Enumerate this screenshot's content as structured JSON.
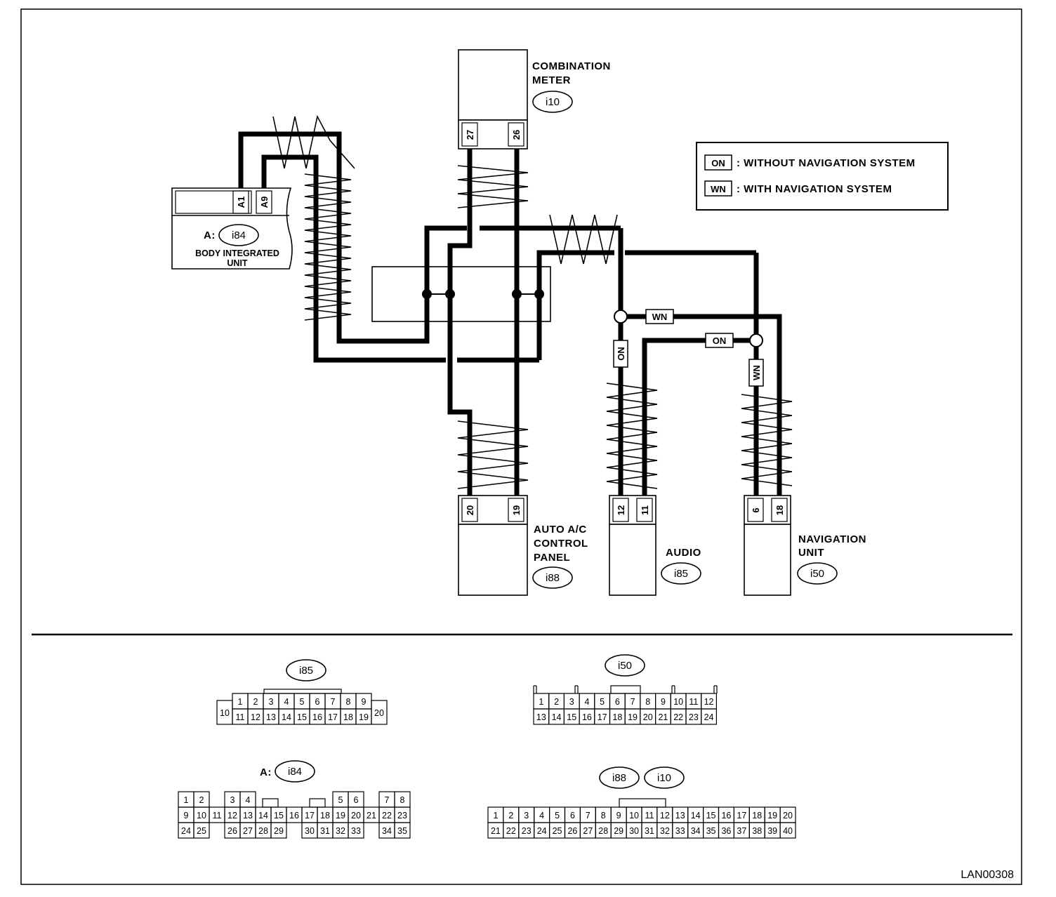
{
  "diagram_id": "LAN00308",
  "legend": [
    {
      "code": "ON",
      "text": ": WITHOUT NAVIGATION SYSTEM"
    },
    {
      "code": "WN",
      "text": ": WITH NAVIGATION SYSTEM"
    }
  ],
  "components": {
    "combination_meter": {
      "label_lines": [
        "COMBINATION",
        "METER"
      ],
      "connector": "i10",
      "pins": [
        "27",
        "26"
      ]
    },
    "body_integrated_unit": {
      "prefix": "A:",
      "connector": "i84",
      "label_lines": [
        "BODY INTEGRATED",
        "UNIT"
      ],
      "pins": [
        "A1",
        "A9"
      ]
    },
    "auto_ac_control_panel": {
      "label_lines": [
        "AUTO A/C",
        "CONTROL",
        "PANEL"
      ],
      "connector": "i88",
      "pins": [
        "20",
        "19"
      ]
    },
    "audio": {
      "label_lines": [
        "AUDIO"
      ],
      "connector": "i85",
      "pins": [
        "12",
        "11"
      ]
    },
    "navigation_unit": {
      "label_lines": [
        "NAVIGATION",
        "UNIT"
      ],
      "connector": "i50",
      "pins": [
        "6",
        "18"
      ]
    }
  },
  "wire_tags": {
    "wn_horizontal": "WN",
    "on_horizontal": "ON",
    "on_vertical": "ON",
    "wn_vertical": "WN"
  },
  "connector_views": {
    "i85": {
      "name": "i85",
      "row1_side": "10",
      "row1": [
        "1",
        "2",
        "3",
        "4",
        "5",
        "6",
        "7",
        "8",
        "9"
      ],
      "row2": [
        "11",
        "12",
        "13",
        "14",
        "15",
        "16",
        "17",
        "18",
        "19"
      ],
      "row2_side": "20"
    },
    "i50": {
      "name": "i50",
      "row1": [
        "1",
        "2",
        "3",
        "4",
        "5",
        "6",
        "7",
        "8",
        "9",
        "10",
        "11",
        "12"
      ],
      "row2": [
        "13",
        "14",
        "15",
        "16",
        "17",
        "18",
        "19",
        "20",
        "21",
        "22",
        "23",
        "24"
      ]
    },
    "i84": {
      "prefix": "A:",
      "name": "i84",
      "row1": [
        "1",
        "2",
        "",
        "3",
        "4",
        "",
        "",
        "",
        "",
        "5",
        "6",
        "",
        "7",
        "8"
      ],
      "row2": [
        "9",
        "10",
        "11",
        "12",
        "13",
        "14",
        "15",
        "16",
        "17",
        "18",
        "19",
        "20",
        "21",
        "22",
        "23"
      ],
      "row3": [
        "24",
        "25",
        "",
        "26",
        "27",
        "28",
        "29",
        "",
        "30",
        "31",
        "32",
        "33",
        "",
        "34",
        "35"
      ]
    },
    "i88_i10": {
      "names": [
        "i88",
        "i10"
      ],
      "row1": [
        "1",
        "2",
        "3",
        "4",
        "5",
        "6",
        "7",
        "8",
        "9",
        "10",
        "11",
        "12",
        "13",
        "14",
        "15",
        "16",
        "17",
        "18",
        "19",
        "20"
      ],
      "row2": [
        "21",
        "22",
        "23",
        "24",
        "25",
        "26",
        "27",
        "28",
        "29",
        "30",
        "31",
        "32",
        "33",
        "34",
        "35",
        "36",
        "37",
        "38",
        "39",
        "40"
      ]
    }
  }
}
